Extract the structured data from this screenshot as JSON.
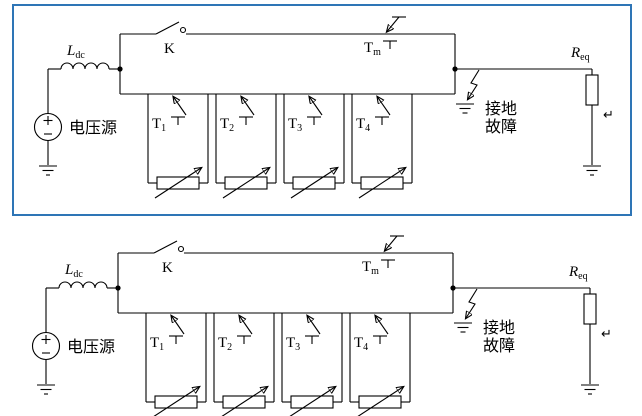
{
  "meta": {
    "background": "#ffffff",
    "border_color": "#2e75b6",
    "stroke_color": "#000000"
  },
  "labels": {
    "source": "电压源",
    "inductor": {
      "main": "L",
      "sub": "dc"
    },
    "switch": "K",
    "device_tm": {
      "main": "T",
      "sub": "m"
    },
    "device_t1": {
      "main": "T",
      "sub": "1"
    },
    "device_t2": {
      "main": "T",
      "sub": "2"
    },
    "device_t3": {
      "main": "T",
      "sub": "3"
    },
    "device_t4": {
      "main": "T",
      "sub": "4"
    },
    "resistor": {
      "main": "R",
      "sub": "eq"
    },
    "fault": {
      "line1": "接地",
      "line2": "故障"
    },
    "return_mark": "↵"
  }
}
